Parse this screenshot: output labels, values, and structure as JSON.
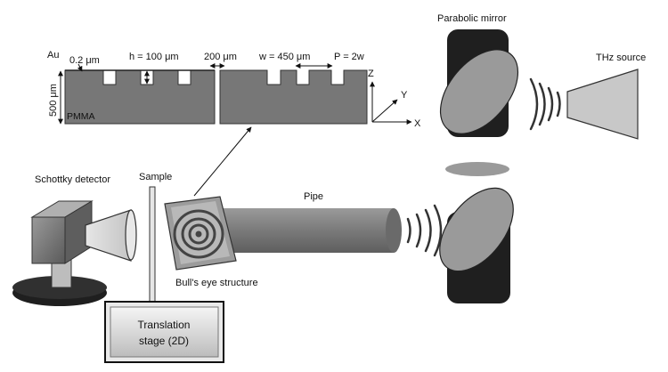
{
  "labels": {
    "au": "Au",
    "thickness_au": "0.2 μm",
    "h": "h = 100 μm",
    "gap": "200 μm",
    "w": "w = 450 μm",
    "p": "P = 2w",
    "substrate_thickness": "500 μm",
    "pmma": "PMMA",
    "axis_z": "Z",
    "axis_y": "Y",
    "axis_x": "X",
    "parabolic_mirror": "Parabolic mirror",
    "thz_source": "THz source",
    "schottky_detector": "Schottky detector",
    "sample": "Sample",
    "pipe": "Pipe",
    "bulls_eye": "Bull's eye structure",
    "translation_stage_line1": "Translation",
    "translation_stage_line2": "stage (2D)"
  },
  "colors": {
    "metal_gray": "#777777",
    "light_gray": "#b3b3b3",
    "dark": "#1f1f1f",
    "outline": "#222222"
  }
}
